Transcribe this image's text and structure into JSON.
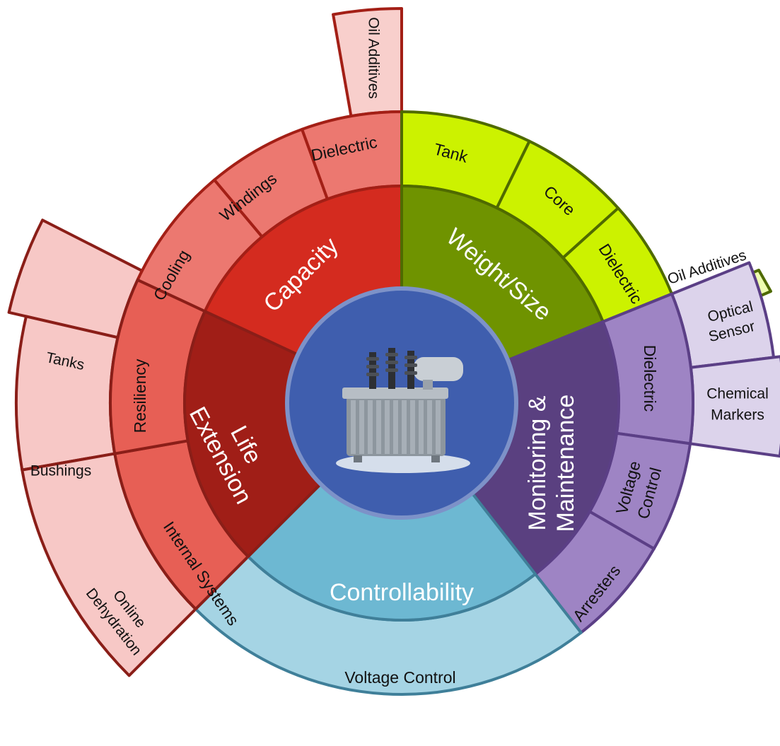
{
  "center": {
    "image": "transformer-icon"
  },
  "colors": {
    "capacity": {
      "inner": "#d42b1f",
      "outer": "#ec7870",
      "far": "#f8cfcc",
      "stroke": "#a31f16"
    },
    "weight": {
      "inner": "#6f9300",
      "outer": "#ccf200",
      "far": "#eefeb0",
      "stroke": "#4f6a00"
    },
    "monitoring": {
      "inner": "#5a4080",
      "outer": "#9e84c4",
      "far": "#dcd3eb",
      "stroke": "#5b3f86"
    },
    "controllability": {
      "inner": "#6db8d2",
      "outer": "#a5d4e4",
      "stroke": "#3f7f99"
    },
    "life": {
      "inner": "#a01e17",
      "outer": "#e75f55",
      "far": "#f7c8c6",
      "stroke": "#8a1e18"
    },
    "hub": "#3f5eae"
  },
  "segments": {
    "capacity": {
      "label": "Capacity",
      "children": [
        {
          "label": "Cooling"
        },
        {
          "label": "Windings"
        },
        {
          "label": "Dielectric",
          "children": [
            {
              "label": "Oil Additives"
            }
          ]
        }
      ]
    },
    "weight": {
      "label": "Weight/Size",
      "children": [
        {
          "label": "Tank"
        },
        {
          "label": "Core"
        },
        {
          "label": "Dielectric",
          "children": [
            {
              "label": "Oil Additives"
            }
          ]
        }
      ]
    },
    "monitoring": {
      "label_line1": "Monitoring &",
      "label_line2": "Maintenance",
      "children": [
        {
          "label": "Dielectric",
          "children": [
            {
              "label_line1": "Optical",
              "label_line2": "Sensor"
            },
            {
              "label_line1": "Chemical",
              "label_line2": "Markers"
            }
          ]
        },
        {
          "label_line1": "Voltage",
          "label_line2": "Control"
        },
        {
          "label": "Arresters"
        }
      ]
    },
    "controllability": {
      "label": "Controllability",
      "children": [
        {
          "label": "Voltage Control"
        }
      ]
    },
    "life": {
      "label_line1": "Life",
      "label_line2": "Extension",
      "children": [
        {
          "label": "Internal Systems"
        },
        {
          "label": "Resiliency",
          "children": [
            {
              "label": "Online",
              "label_line2": "Dehydration"
            },
            {
              "label": "Bushings"
            },
            {
              "label": "Tanks"
            }
          ]
        }
      ]
    }
  }
}
